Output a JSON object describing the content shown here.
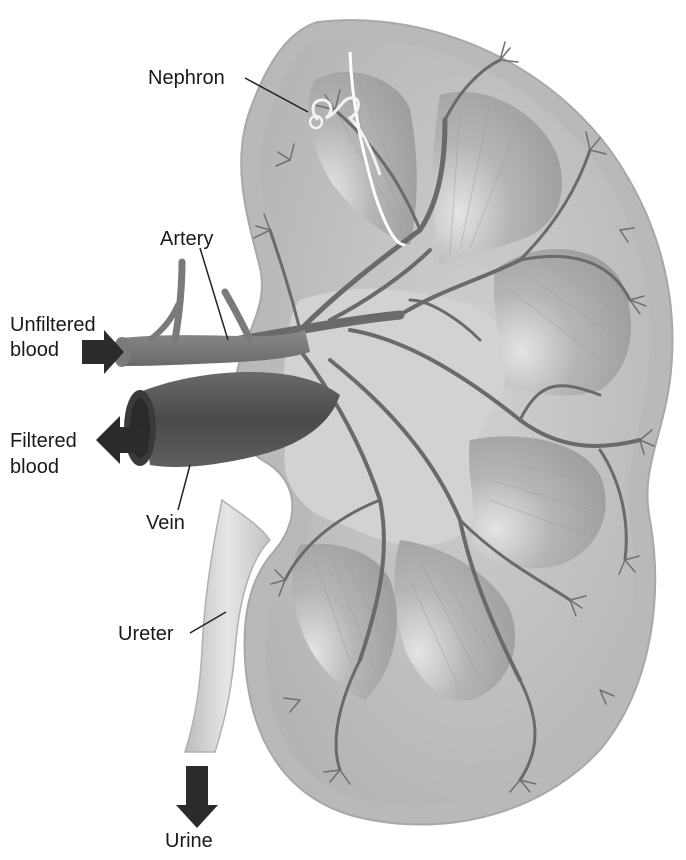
{
  "labels": {
    "nephron": "Nephron",
    "artery": "Artery",
    "unfiltered_blood": [
      "Unfiltered",
      "blood"
    ],
    "filtered_blood": [
      "Filtered",
      "blood"
    ],
    "vein": "Vein",
    "ureter": "Ureter",
    "urine": "Urine"
  },
  "colors": {
    "capsule": "#bdbdbd",
    "cortex": "#c6c6c6",
    "pyramid": "#a9a9a9",
    "pelvis": "#d3d3d3",
    "vessel": "#6d6d6d",
    "vein": "#545454",
    "ureter": "#cfcfcf",
    "arrow": "#2b2b2b",
    "nephron": "#f2f2f2"
  },
  "icons": {
    "inflow": "arrow-right-icon",
    "outflow": "arrow-left-icon",
    "urine": "arrow-down-icon"
  }
}
